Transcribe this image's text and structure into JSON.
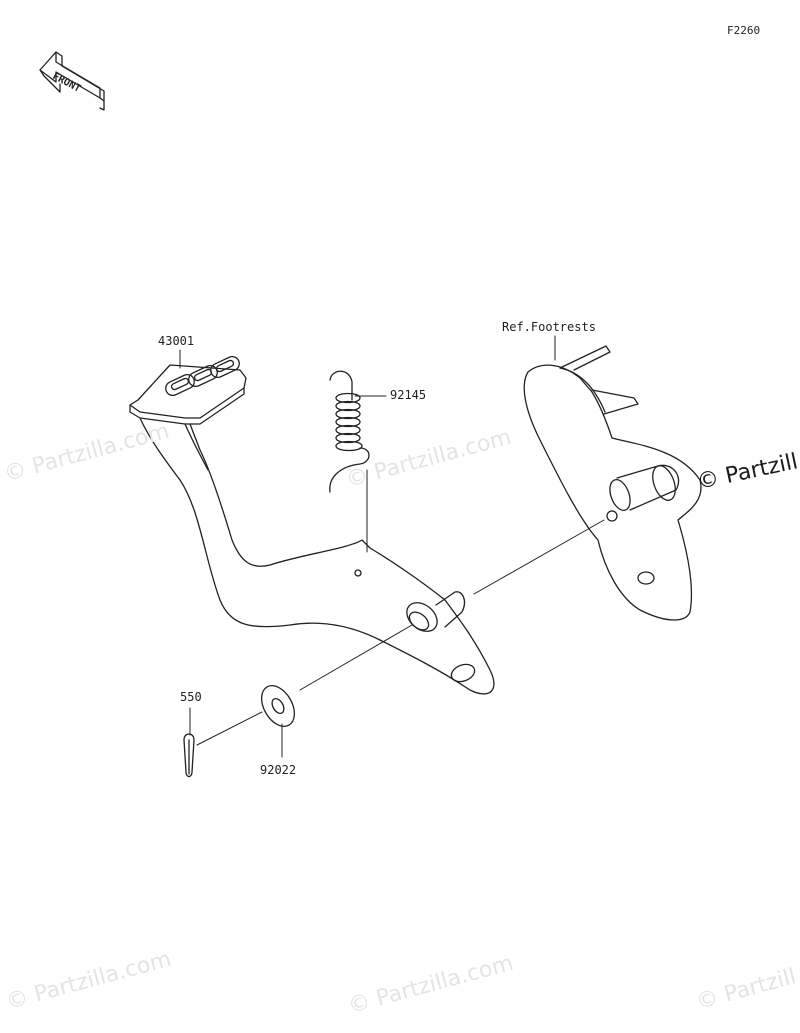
{
  "figure_code": "F2260",
  "front_label": "FRONT",
  "reference_label": "Ref.Footrests",
  "parts": [
    {
      "number": "43001"
    },
    {
      "number": "92145"
    },
    {
      "number": "550"
    },
    {
      "number": "92022"
    }
  ],
  "watermark": "© Partzilla.com",
  "watermark_edge": "© Partzill",
  "colors": {
    "line": "#222222",
    "watermark": "#e4e4e4",
    "background": "#ffffff"
  }
}
